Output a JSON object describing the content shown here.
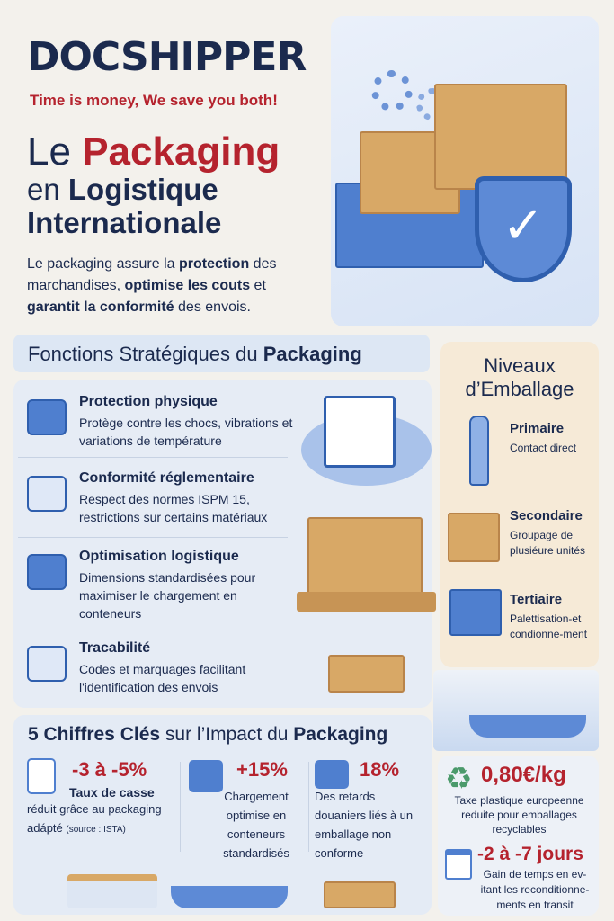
{
  "brand": {
    "logo": "DOCSHIPPER",
    "tagline": "Time is money, We save you both!"
  },
  "title": {
    "le": "Le",
    "packaging": "Packaging",
    "line2_pre": "en",
    "line2_bold": "Logistique",
    "line3": "Internationale"
  },
  "intro": {
    "p1": "Le packaging assure la ",
    "b1": "protection",
    "p2": " des marchandises, ",
    "b2": "optimise les couts",
    "p3": " et ",
    "b3": "garantit la conformité",
    "p4": " des envois."
  },
  "functions": {
    "heading_a": "Fonctions Stratégiques du ",
    "heading_b": "Packaging",
    "items": [
      {
        "title": "Protection physique",
        "desc": "Protège contre les chocs, vibrations et variations de température",
        "icon": "shield-icon"
      },
      {
        "title": "Conformité réglementaire",
        "desc": "Respect des normes ISPM 15, restrictions sur certains matériaux",
        "icon": "clipboard-check-icon"
      },
      {
        "title": "Optimisation logistique",
        "desc": "Dimensions standardisées pour maximiser le chargement en conteneurs",
        "icon": "stacked-containers-icon"
      },
      {
        "title": "Tracabilité",
        "desc": "Codes et marquages facilitant l'identification des envois",
        "icon": "barcode-search-icon"
      }
    ]
  },
  "levels": {
    "title_a": "Niveaux",
    "title_b": "d’Emballage",
    "items": [
      {
        "title": "Primaire",
        "desc": "Contact direct"
      },
      {
        "title": "Secondaire",
        "desc": "Groupage de plusiéure unités"
      },
      {
        "title": "Tertiaire",
        "desc": "Palettisation-et condionne-ment"
      }
    ]
  },
  "stats": {
    "heading_a": "5 Chiffres Clés",
    "heading_b": " sur l’Impact du ",
    "heading_c": "Packaging",
    "items": [
      {
        "value": "-3 à -5%",
        "label": "Taux de casse",
        "desc": "réduit grâce au packaging adápté",
        "source": "(source : ISTA)"
      },
      {
        "value": "+15%",
        "desc": "Chargement optimise en conteneurs standardisés"
      },
      {
        "value": "18%",
        "desc": "Des retards douaniers liés à un emballage non conforme"
      },
      {
        "value": "0,80€/kg",
        "desc": "Taxe plastique europeenne reduite pour emballages recyclables"
      },
      {
        "value": "-2 à -7 jours",
        "desc": "Gain de temps en ev-itant les reconditionne-ments en transit"
      }
    ]
  },
  "colors": {
    "navy": "#1b2a4e",
    "red": "#b5232e",
    "blue": "#4f7fcf",
    "cardboard": "#d8a866"
  }
}
